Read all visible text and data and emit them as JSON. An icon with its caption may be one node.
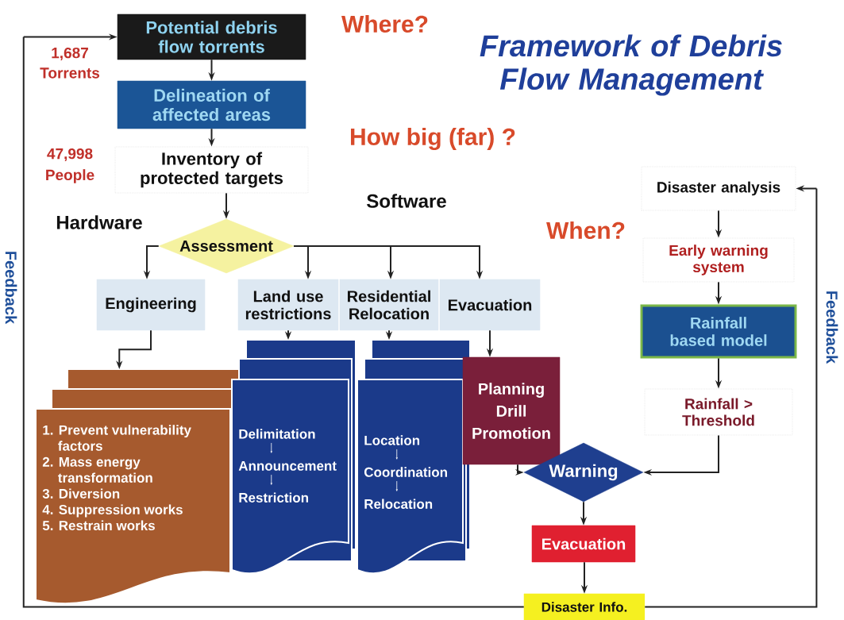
{
  "diagram": {
    "title": "Framework of Debris Flow Management",
    "nodes": [
      {
        "text": [
          "Potential debris flow torrents"
        ]
      },
      {
        "text": [
          "Delineation of affected areas"
        ]
      },
      {
        "text": [
          "Inventory of protected targets"
        ]
      },
      {
        "text": [
          "Assessment"
        ]
      },
      {
        "text": [
          "Engineering"
        ]
      },
      {
        "text": [
          "Land use restrictions"
        ]
      },
      {
        "text": [
          "Residential Relocation"
        ]
      },
      {
        "text": [
          "Evacuation"
        ]
      },
      {
        "text": [
          "1. Prevent vulnerability factors",
          "2. Mass energy transformation",
          "3. Diversion",
          "4. Suppression works",
          "5. Restrain works"
        ]
      },
      {
        "text": [
          "Delimitation",
          "Announcement",
          "Restriction"
        ]
      },
      {
        "text": [
          "Location",
          "Coordination",
          "Relocation"
        ]
      },
      {
        "text": [
          "Planning",
          "Drill",
          "Promotion"
        ]
      },
      {
        "text": [
          "Disaster analysis"
        ]
      },
      {
        "text": [
          "Early warning system"
        ]
      },
      {
        "text": [
          "Rainfall based model"
        ]
      },
      {
        "text": [
          "Rainfall > Threshold"
        ]
      },
      {
        "text": [
          "Warning"
        ]
      },
      {
        "text": [
          "Evacuation"
        ]
      },
      {
        "text": [
          "Disaster Info."
        ]
      }
    ],
    "edges": [
      {
        "from": 0,
        "to": 1,
        "arrow": "to"
      },
      {
        "from": 1,
        "to": 2,
        "arrow": "to"
      },
      {
        "from": 2,
        "to": 3,
        "arrow": "to"
      },
      {
        "from": 3,
        "to": 4,
        "arrow": "to"
      },
      {
        "from": 3,
        "to": 5,
        "arrow": "to"
      },
      {
        "from": 3,
        "to": 6,
        "arrow": "to"
      },
      {
        "from": 3,
        "to": 7,
        "arrow": "to"
      },
      {
        "from": 4,
        "to": 8,
        "arrow": "to"
      },
      {
        "from": 5,
        "to": 9,
        "arrow": "to"
      },
      {
        "from": 6,
        "to": 10,
        "arrow": "to"
      },
      {
        "from": 7,
        "to": 11,
        "arrow": "to"
      },
      {
        "from": 11,
        "to": 16,
        "arrow": "to"
      },
      {
        "from": 12,
        "to": 13,
        "arrow": "to"
      },
      {
        "from": 13,
        "to": 14,
        "arrow": "to"
      },
      {
        "from": 14,
        "to": 15,
        "arrow": "to"
      },
      {
        "from": 15,
        "to": 16,
        "arrow": "to"
      },
      {
        "from": 16,
        "to": 17,
        "arrow": "to"
      },
      {
        "from": 17,
        "to": 18,
        "arrow": "to"
      },
      {
        "from": 18,
        "to": 12,
        "arrow": "to"
      },
      {
        "from": 18,
        "to": 0,
        "arrow": "to"
      }
    ],
    "labels": [
      "1,687",
      "Torrents",
      "Where?",
      "How big (far) ?",
      "47,998",
      "People",
      "Hardware",
      "Software",
      "When?",
      "Feedback",
      "Feedback"
    ]
  }
}
